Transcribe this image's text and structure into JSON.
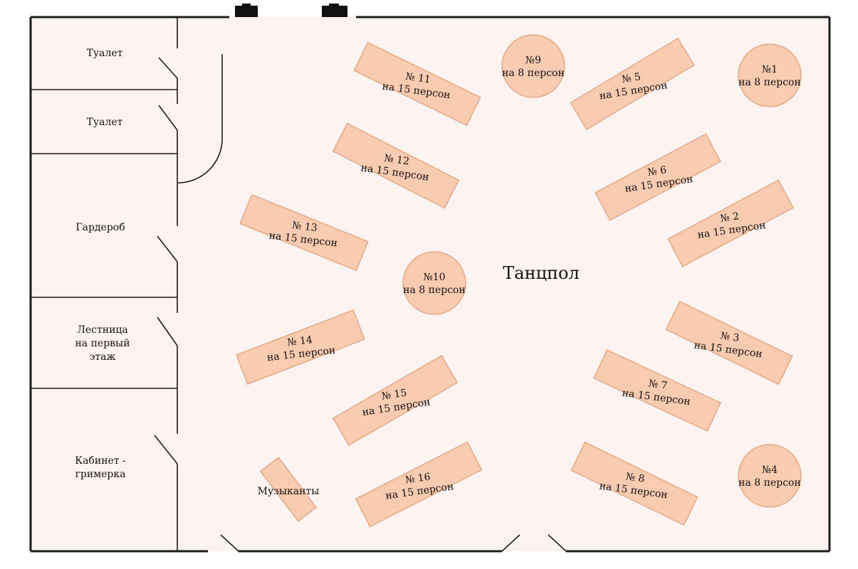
{
  "rooms": {
    "toilet1": "Туалет",
    "toilet2": "Туалет",
    "wardrobe": "Гардероб",
    "stairs": [
      "Лестница",
      "на первый",
      "этаж"
    ],
    "office": [
      "Кабинет -",
      "гримерка"
    ]
  },
  "dance_floor": "Танцпол",
  "musicians": "Музыканты",
  "tables": [
    {
      "id": "t11",
      "num": "№ 11",
      "cap": "на 15 персон",
      "shape": "rect"
    },
    {
      "id": "t9",
      "num": "№9",
      "cap": "на 8 персон",
      "shape": "circle"
    },
    {
      "id": "t5",
      "num": "№ 5",
      "cap": "на 15 персон",
      "shape": "rect"
    },
    {
      "id": "t1",
      "num": "№1",
      "cap": "на 8 персон",
      "shape": "circle"
    },
    {
      "id": "t12",
      "num": "№ 12",
      "cap": "на 15 персон",
      "shape": "rect"
    },
    {
      "id": "t6",
      "num": "№ 6",
      "cap": "на 15 персон",
      "shape": "rect"
    },
    {
      "id": "t13",
      "num": "№ 13",
      "cap": "на 15 персон",
      "shape": "rect"
    },
    {
      "id": "t2",
      "num": "№ 2",
      "cap": "на 15 персон",
      "shape": "rect"
    },
    {
      "id": "t10",
      "num": "№10",
      "cap": "на 8 персон",
      "shape": "circle"
    },
    {
      "id": "t14",
      "num": "№ 14",
      "cap": "на 15 персон",
      "shape": "rect"
    },
    {
      "id": "t3",
      "num": "№ 3",
      "cap": "на 15 персон",
      "shape": "rect"
    },
    {
      "id": "t7",
      "num": "№ 7",
      "cap": "на 15 персон",
      "shape": "rect"
    },
    {
      "id": "t15",
      "num": "№ 15",
      "cap": "на 15 персон",
      "shape": "rect"
    },
    {
      "id": "t4",
      "num": "№4",
      "cap": "на 8 персон",
      "shape": "circle"
    },
    {
      "id": "t16",
      "num": "№ 16",
      "cap": "на 15 персон",
      "shape": "rect"
    },
    {
      "id": "t8",
      "num": "№ 8",
      "cap": "на 15 персон",
      "shape": "rect"
    }
  ],
  "colors": {
    "floor": "#fdf3f0",
    "table_fill": "#f9cbb0",
    "table_stroke": "#e0a07c",
    "wall": "#1c1c1c"
  }
}
